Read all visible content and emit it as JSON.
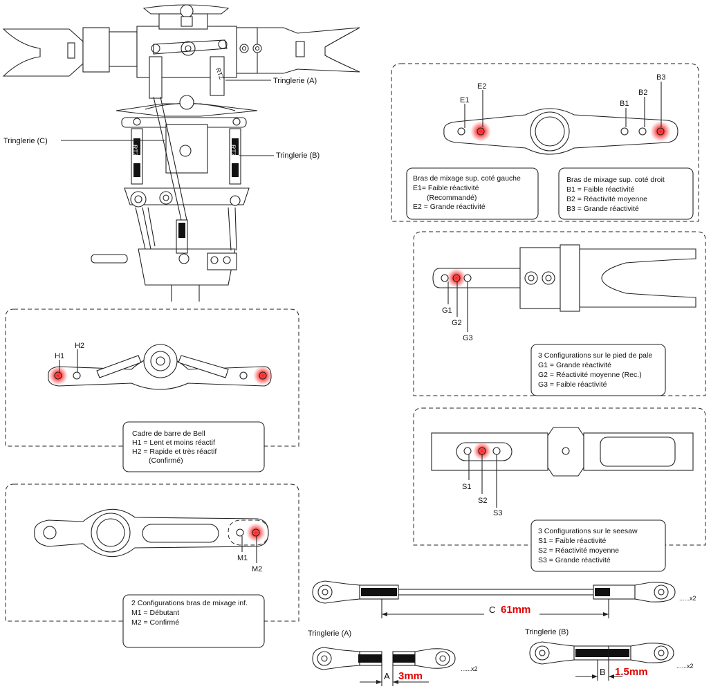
{
  "head": {
    "linkage_a": "Tringlerie (A)",
    "linkage_b": "Tringlerie (B)",
    "linkage_c": "Tringlerie (C)"
  },
  "mixing_arm": {
    "holes": [
      "E1",
      "E2",
      "B1",
      "B2",
      "B3"
    ],
    "left_caption": [
      "Bras de mixage sup. coté gauche",
      "E1= Faible réactivité",
      "(Recommandé)",
      "E2 = Grande réactivité"
    ],
    "right_caption": [
      "Bras de mixage sup. coté droit",
      "B1 = Faible réactivité",
      "B2 = Réactivité moyenne",
      "B3 = Grande réactivité"
    ]
  },
  "blade_grip": {
    "holes": [
      "G1",
      "G2",
      "G3"
    ],
    "caption": [
      "3 Configurations sur le pied de pale",
      "G1 = Grande réactivité",
      "G2 = Réactivité moyenne (Rec.)",
      "G3 = Faible réactivité"
    ]
  },
  "bell_frame": {
    "holes": [
      "H1",
      "H2"
    ],
    "caption": [
      "Cadre de barre de Bell",
      "H1 = Lent et moins réactif",
      "H2 = Rapide et très réactif",
      "(Confirmé)"
    ]
  },
  "seesaw": {
    "holes": [
      "S1",
      "S2",
      "S3"
    ],
    "caption": [
      "3 Configurations sur le seesaw",
      "S1 = Faible réactivité",
      "S2 = Réactivité moyenne",
      "S3 = Grande réactivité"
    ]
  },
  "lower_arm": {
    "holes": [
      "M1",
      "M2"
    ],
    "caption": [
      "2 Configurations bras de mixage inf.",
      "M1 = Débutant",
      "M2 = Confirmé"
    ]
  },
  "rod_c": {
    "letter": "C",
    "value": "61mm",
    "count": "......x2"
  },
  "rod_a": {
    "title": "Tringlerie (A)",
    "letter": "A",
    "value": "3mm",
    "count": "......x2"
  },
  "rod_b": {
    "title": "Tringlerie (B)",
    "letter": "B",
    "value": "1.5mm",
    "count": "......x2"
  },
  "colors": {
    "highlight": "#ff2020",
    "dimension": "#e00000",
    "line": "#222222"
  }
}
